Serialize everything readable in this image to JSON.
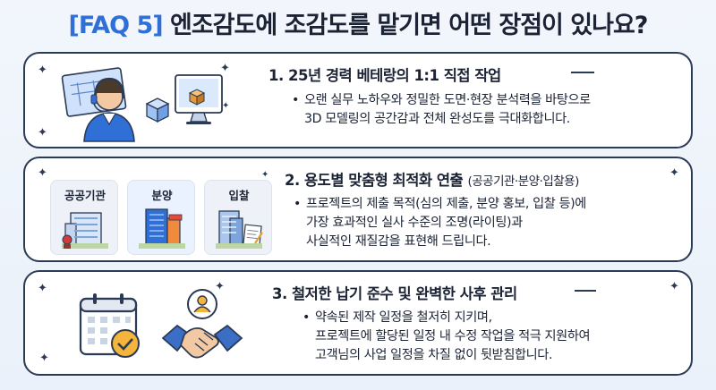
{
  "title": {
    "tag": "[FAQ 5]",
    "rest": "엔조감도에 조감도를 맡기면 어떤 장점이 있나요?"
  },
  "sections": [
    {
      "heading": "1. 25년 경력 베테랑의 1:1 직접 작업",
      "heading_sub": "",
      "lines": [
        "오랜 실무 노하우와 정밀한 도면·현장 분석력을 바탕으로",
        "3D 모델링의 공간감과 전체 완성도를 극대화합니다."
      ],
      "icons": [
        "consultant-with-headset-icon",
        "blueprint-icon",
        "monitor-3d-boxes-icon"
      ]
    },
    {
      "heading": "2. 용도별 맞춤형 최적화 연출",
      "heading_sub": "(공공기관·분양·입찰용)",
      "lines": [
        "프로젝트의 제출 목적(심의 제출, 분양 홍보, 입찰 등)에",
        "가장 효과적인 실사 수준의 조명(라이팅)과",
        "사실적인 재질감을 표현해 드립니다."
      ],
      "categories": [
        {
          "label": "공공기관",
          "icon": "public-building-stamp-icon"
        },
        {
          "label": "분양",
          "icon": "sales-building-icon"
        },
        {
          "label": "입찰",
          "icon": "bid-building-document-icon"
        }
      ]
    },
    {
      "heading": "3. 철저한 납기 준수 및 완벽한 사후 관리",
      "heading_sub": "",
      "lines": [
        "약속된 제작 일정을 철저히 지키며,",
        "프로젝트에 할당된 일정 내 수정 작업을 적극 지원하여",
        "고객님의 사업 일정을 차질 없이 뒷받침합니다."
      ],
      "icons": [
        "calendar-check-icon",
        "person-circle-icon",
        "handshake-icon"
      ]
    }
  ],
  "colors": {
    "accent": "#2f6fd6",
    "ink": "#1b2335",
    "border": "#2b3a55",
    "background": "#eef3fa"
  }
}
